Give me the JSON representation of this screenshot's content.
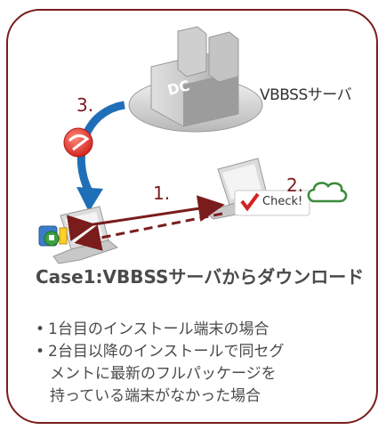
{
  "server": {
    "label": "VBBSSサーバ",
    "badge": "DC"
  },
  "steps": {
    "step1": "1.",
    "step2": "2.",
    "step3": "3."
  },
  "check_popup": {
    "text": "Check!"
  },
  "case": {
    "title": "Case1:VBBSSサーバからダウンロード",
    "bullets": [
      {
        "line1": "1台目のインストール端末の場合",
        "line2": "",
        "line3": ""
      },
      {
        "line1": "2台目以降のインストールで同セグ",
        "line2": "メントに最新のフルパッケージを",
        "line3": "持っている端末がなかった場合"
      }
    ]
  },
  "colors": {
    "frame": "#7a1c1c",
    "arrow": "#7a1c1c",
    "download_arrow": "#1e6fb8",
    "check_mark": "#d62020"
  }
}
